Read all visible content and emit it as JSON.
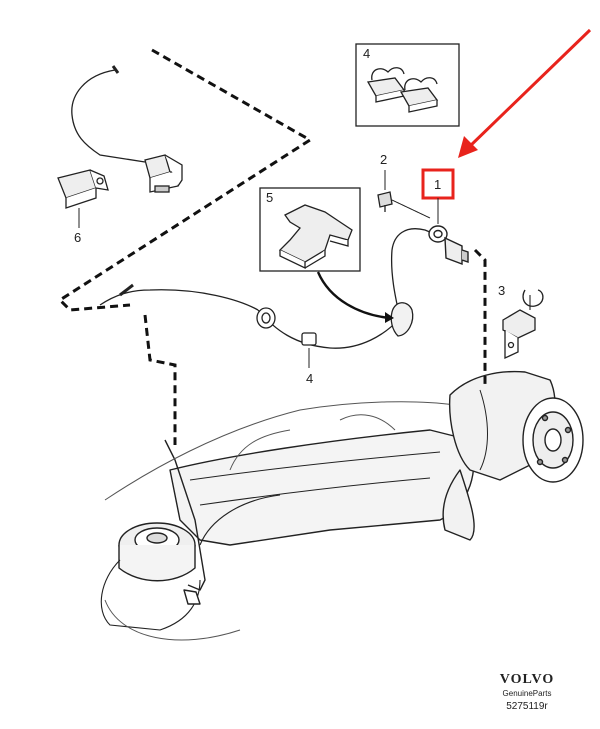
{
  "callouts": {
    "part_1": "1",
    "part_2": "2",
    "part_3": "3",
    "part_4_clip_inset": "4",
    "part_4_clip": "4",
    "part_5": "5",
    "part_6": "6"
  },
  "branding": {
    "logo_text": "VOLVO",
    "subtitle": "GenuineParts",
    "diagram_number": "5275119r"
  },
  "colors": {
    "highlight": "#e8231c",
    "line": "#222222",
    "shade": "#dcdcdc"
  }
}
